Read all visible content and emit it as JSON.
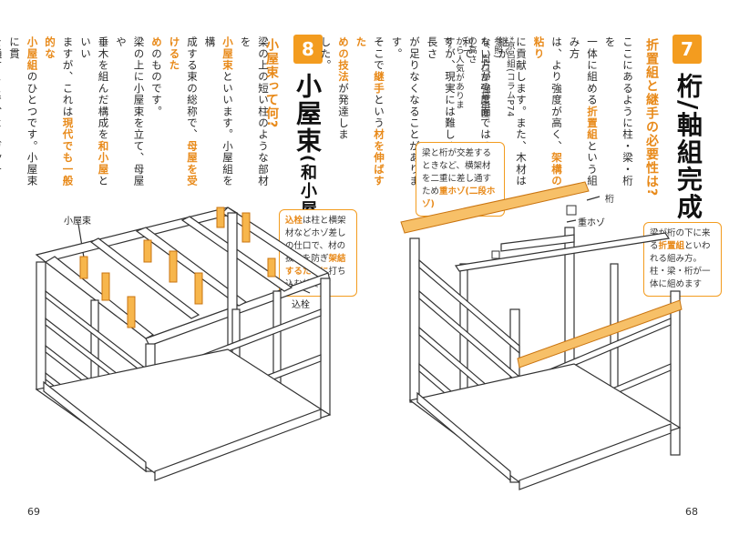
{
  "left_page": {
    "section_number": "8",
    "title": "小屋束",
    "title_suffix": "(和小屋)",
    "subheading": "小屋束って何?",
    "body_1": "梁の上の短い柱のような部材を\n",
    "body_hl_1": "小屋束",
    "body_2": "といいます。小屋組を構\n成する束の総称で、",
    "body_hl_2": "母屋を受けるた\nめ",
    "body_3": "のものです。\n梁の上に小屋束を立て、母屋や\n垂木を組んだ構成を",
    "body_hl_3": "和小屋",
    "body_4": "といい\nますが、これは",
    "body_hl_4": "現代でも一般的な\n小屋組",
    "body_5": "のひとつです。小屋束に貫\nを通すことで、よりガッチリ固定し小\n屋組の変形を防ぐことも可能です。",
    "callout_hl_1": "込栓",
    "callout_text_1": "は柱と横架材などホゾ差しの仕口で、材の抜けを防ぎ",
    "callout_hl_2": "架結するために",
    "callout_text_2": "打ち込む栓です",
    "label_koyazuka": "小屋束",
    "label_komisen": "込栓",
    "page_number": "69"
  },
  "right_page": {
    "section_number": "7",
    "title": "桁/軸組完成",
    "subheading": "折置組と継手の必要性は?",
    "body_1": "ここにあるように柱・梁・桁を\n一体に組める",
    "body_hl_1": "折置組",
    "body_2": "という組み方\nは、より強度が高く、",
    "body_hl_2": "架構の粘り",
    "body_3": "\nに貢献します。また、木材は継が\nない方が強度面ではるかに有利で\nすが、現実には難しく、材の長さ\nが足りなくなることがあります。\nそこで",
    "body_hl_3": "継手",
    "body_4": "という",
    "body_hl_4": "材を伸ばすた\nめの技法",
    "body_5": "が発達しま\nした。",
    "note": "*京呂組(コラムP74参照)\nも、間口部の自由度の高さ\nから人気があります。",
    "callout_left_text": "梁と桁が交差するときなど、横架材を二重に差し通すため",
    "callout_left_hl": "重ホゾ(二段ホゾ)",
    "callout_right_text_1": "梁が桁の下に来る",
    "callout_right_hl": "折置組",
    "callout_right_text_2": "といわれる組み方。柱・梁・桁が一体に組めます",
    "label_keta": "桁",
    "label_juhozo": "重ホゾ",
    "page_number": "68"
  },
  "colors": {
    "accent": "#f39c1f",
    "text": "#222222"
  }
}
